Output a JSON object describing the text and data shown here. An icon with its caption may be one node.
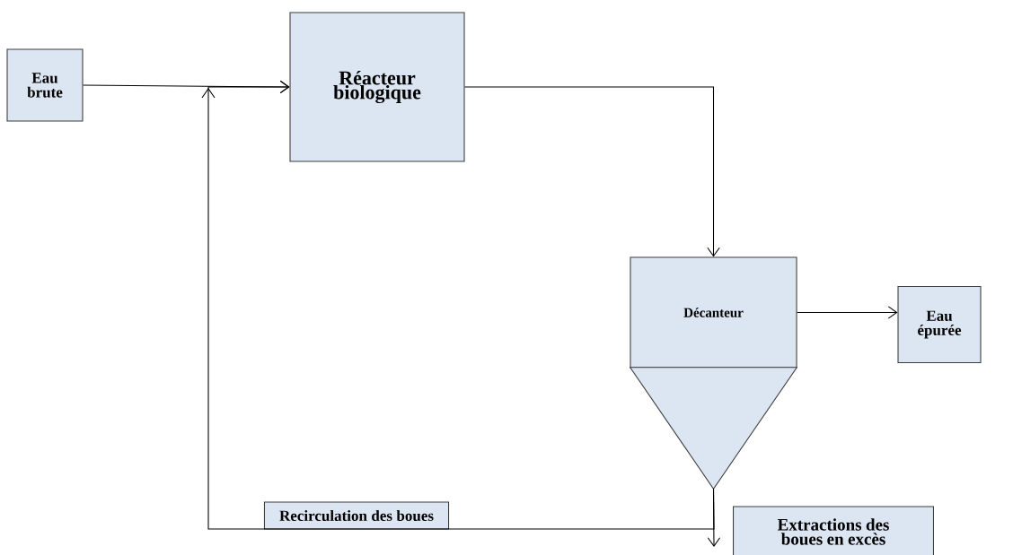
{
  "diagram": {
    "nodes": [
      {
        "text": [
          "Eau brute"
        ]
      },
      {
        "text": [
          "Réacteur biologique"
        ]
      },
      {
        "text": [
          "Décanteur"
        ]
      },
      {
        "text": [],
        "shape": "triangle"
      },
      {
        "text": [
          "Eau épurée"
        ]
      },
      {
        "text": [
          "Recirculation des boues"
        ]
      },
      {
        "text": [
          "Extractions des boues en excès"
        ]
      }
    ],
    "edges": [
      {
        "from": 0,
        "to": 1,
        "arrow": "to"
      },
      {
        "from": 1,
        "to": 2,
        "arrow": "to"
      },
      {
        "from": 2,
        "to": 4,
        "arrow": "to"
      },
      {
        "from": 3,
        "to": null,
        "arrow": "to"
      },
      {
        "from": 3,
        "to": 1,
        "arrow": "to"
      }
    ]
  }
}
